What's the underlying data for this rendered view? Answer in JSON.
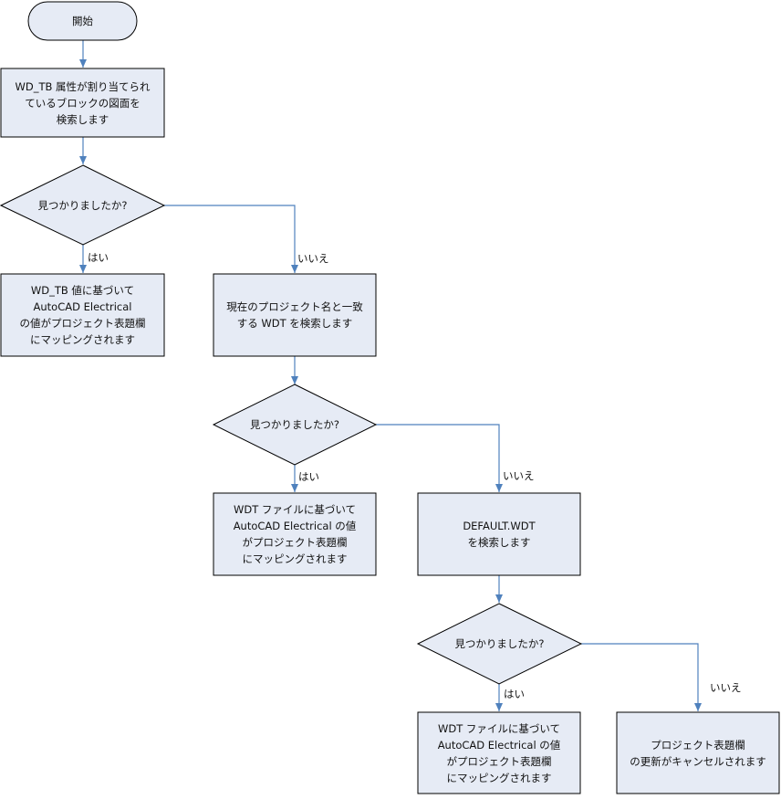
{
  "nodes": {
    "start": "開始",
    "search_wd_tb": "WD_TB 属性が割り当てられ\nているブロックの図面を\n検索します",
    "found1": "見つかりましたか?",
    "map_wd_tb": "WD_TB 値に基づいて\nAutoCAD Electrical\nの値がプロジェクト表題欄\nにマッピングされます",
    "search_wdt": "現在のプロジェクト名と一致\nする WDT を検索します",
    "found2": "見つかりましたか?",
    "map_wdt1": "WDT ファイルに基づいて\nAutoCAD Electrical の値\nがプロジェクト表題欄\nにマッピングされます",
    "search_default": "DEFAULT.WDT\nを検索します",
    "found3": "見つかりましたか?",
    "map_wdt2": "WDT ファイルに基づいて\nAutoCAD Electrical の値\nがプロジェクト表題欄\nにマッピングされます",
    "cancel": "プロジェクト表題欄\nの更新がキャンセルされます"
  },
  "labels": {
    "yes1": "はい",
    "no1": "いいえ",
    "yes2": "はい",
    "no2": "いいえ",
    "yes3": "はい",
    "no3": "いいえ"
  },
  "colors": {
    "fill": "#e6ebf5",
    "stroke": "#000000",
    "arrow": "#4f81bd"
  }
}
